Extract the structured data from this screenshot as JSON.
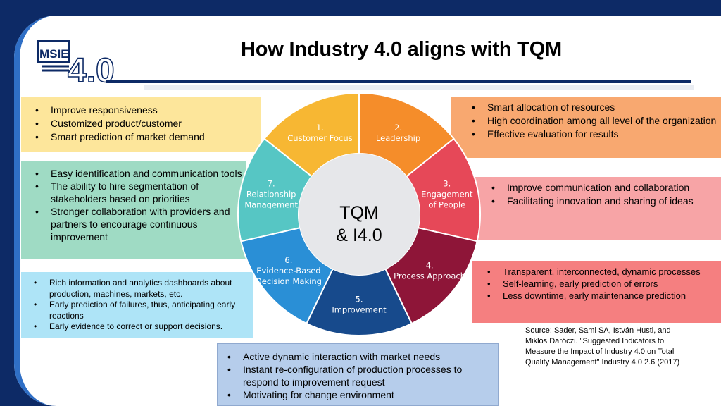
{
  "title": "How Industry 4.0 aligns with TQM",
  "logo": {
    "left_text": "MSIE",
    "right_text": "4.0"
  },
  "wheel": {
    "center_lines": [
      "TQM",
      "& I4.0"
    ],
    "segments": [
      {
        "lines": [
          "1.",
          "Customer Focus"
        ],
        "color": "#f7b733"
      },
      {
        "lines": [
          "2.",
          "Leadership"
        ],
        "color": "#f58d2a"
      },
      {
        "lines": [
          "3.",
          "Engagement",
          "of People"
        ],
        "color": "#e64858"
      },
      {
        "lines": [
          "4.",
          "Process Approach"
        ],
        "color": "#8e1538"
      },
      {
        "lines": [
          "5.",
          "Improvement"
        ],
        "color": "#174a8c"
      },
      {
        "lines": [
          "6.",
          "Evidence-Based",
          "Decision Making"
        ],
        "color": "#2a8fd6"
      },
      {
        "lines": [
          "7.",
          "Relationship",
          "Management"
        ],
        "color": "#56c6c4"
      }
    ]
  },
  "boxes": {
    "customer_focus": [
      "Improve responsiveness",
      "Customized product/customer",
      "Smart prediction of market demand"
    ],
    "relationship": [
      "Easy identification and communication tools",
      "The ability to hire segmentation of stakeholders based on priorities",
      "Stronger collaboration with providers and partners to encourage continuous improvement"
    ],
    "evidence": [
      "Rich information and analytics dashboards about production, machines, markets, etc.",
      "Early prediction of failures, thus, anticipating early reactions",
      "Early evidence to correct or support decisions."
    ],
    "leadership": [
      "Smart allocation of resources",
      "High coordination among all level of the organization",
      "Effective evaluation for results"
    ],
    "engagement": [
      "Improve communication and collaboration",
      "Facilitating innovation and sharing of ideas"
    ],
    "process": [
      "Transparent, interconnected, dynamic processes",
      "Self-learning, early prediction of errors",
      "Less downtime, early maintenance prediction"
    ],
    "improvement": [
      "Active dynamic interaction with market needs",
      "Instant re-configuration of production processes to respond to improvement request",
      "Motivating for change environment"
    ]
  },
  "source": "Source: Sader, Sami SA, István Husti, and Miklós Daróczi. \"Suggested Indicators to Measure the Impact of Industry 4.0 on Total Quality Management\" Industry 4.0 2.6 (2017)"
}
